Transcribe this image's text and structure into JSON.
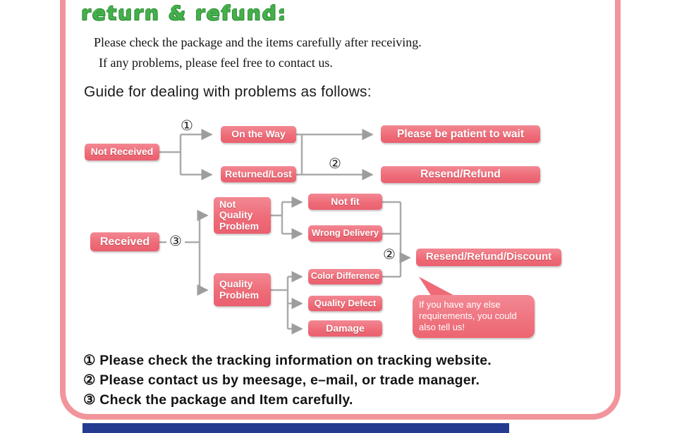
{
  "header": {
    "title": "return & refund:",
    "intro": [
      "Please check the package and the items carefully after receiving.",
      "If any problems, please feel free to contact us."
    ],
    "guide_heading": "Guide for dealing with problems as follows:"
  },
  "flow": {
    "markers": {
      "one": "①",
      "two": "②",
      "three": "③"
    },
    "not_received": "Not Received",
    "on_the_way": "On the Way",
    "be_patient": "Please be patient to wait",
    "returned_lost": "Returned/Lost",
    "resend_refund": "Resend/Refund",
    "received": "Received",
    "not_quality_problem": "Not Quality Problem",
    "quality_problem": "Quality Problem",
    "not_fit": "Not fit",
    "wrong_delivery": "Wrong Delivery",
    "color_difference": "Color Difference",
    "quality_defect": "Quality Defect",
    "damage": "Damage",
    "resend_refund_discount": "Resend/Refund/Discount",
    "bubble": "If you have any else requirements, you could also tell us!"
  },
  "legend": {
    "items": [
      "① Please check the tracking information on tracking website.",
      "② Please contact us by meesage, e–mail, or trade manager.",
      "③ Check the package and Item carefully."
    ]
  },
  "colors": {
    "box_pink": "#ef6f7a",
    "title_green": "#44b14b",
    "frame_pink": "#f2949b",
    "footer_blue": "#243b8f",
    "line_gray": "#a8a8a8"
  }
}
